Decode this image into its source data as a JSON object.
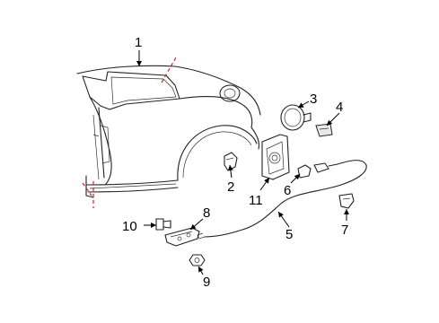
{
  "callouts": {
    "c1": "1",
    "c2": "2",
    "c3": "3",
    "c4": "4",
    "c5": "5",
    "c6": "6",
    "c7": "7",
    "c8": "8",
    "c9": "9",
    "c10": "10",
    "c11": "11"
  },
  "colors": {
    "cut_line": "#d2232a",
    "line": "#222222"
  }
}
